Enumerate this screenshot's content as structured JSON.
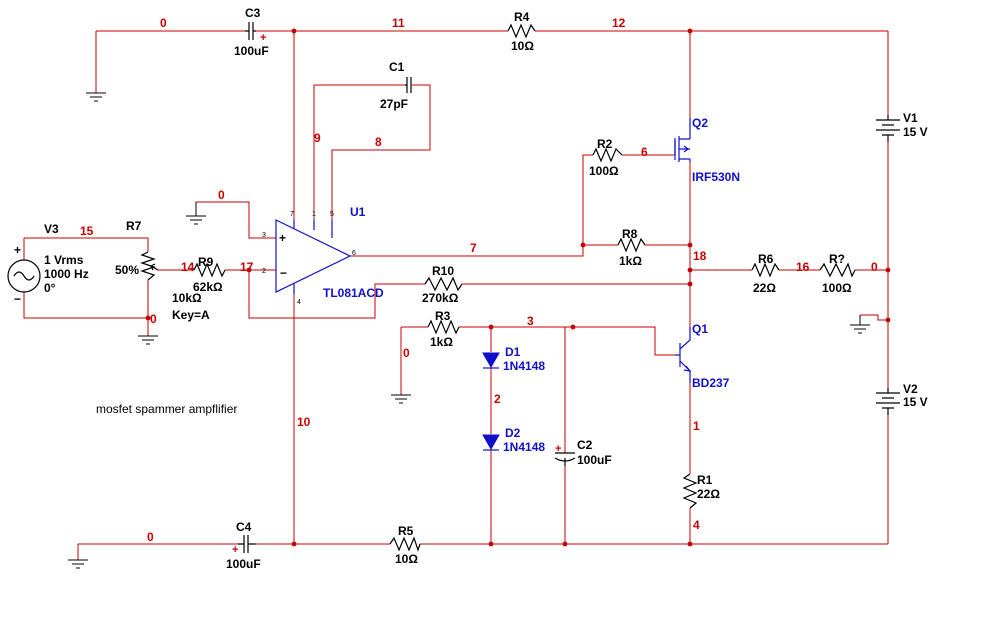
{
  "note": "mosfet spammer ampflifier",
  "nets": {
    "n0_top": "0",
    "n11": "11",
    "n12": "12",
    "n9": "9",
    "n8": "8",
    "n0_opamp": "0",
    "n6": "6",
    "n7": "7",
    "n15": "15",
    "n14": "14",
    "n17": "17",
    "n18": "18",
    "n16": "16",
    "n0_right": "0",
    "n3": "3",
    "n0_r3": "0",
    "n2": "2",
    "n10": "10",
    "n1": "1",
    "n4": "4",
    "n0_bottom": "0",
    "n0_v3": "0"
  },
  "components": {
    "C3": {
      "ref": "C3",
      "value": "100uF"
    },
    "R4": {
      "ref": "R4",
      "value": "10Ω"
    },
    "C1": {
      "ref": "C1",
      "value": "27pF"
    },
    "Q2": {
      "ref": "Q2",
      "model": "IRF530N"
    },
    "V1": {
      "ref": "V1",
      "value": "15 V"
    },
    "R2": {
      "ref": "R2",
      "value": "100Ω"
    },
    "U1": {
      "ref": "U1",
      "model": "TL081ACD"
    },
    "R8": {
      "ref": "R8",
      "value": "1kΩ"
    },
    "V3": {
      "ref": "V3",
      "amp": "1 Vrms",
      "freq": "1000 Hz",
      "phase": "0°"
    },
    "R7": {
      "ref": "R7",
      "setting": "50%",
      "value": "10kΩ",
      "key": "Key=A"
    },
    "R9": {
      "ref": "R9",
      "value": "62kΩ"
    },
    "R10": {
      "ref": "R10",
      "value": "270kΩ"
    },
    "R6": {
      "ref": "R6",
      "value": "22Ω"
    },
    "Rq": {
      "ref": "R?",
      "value": "100Ω"
    },
    "R3": {
      "ref": "R3",
      "value": "1kΩ"
    },
    "Q1": {
      "ref": "Q1",
      "model": "BD237"
    },
    "D1": {
      "ref": "D1",
      "model": "1N4148"
    },
    "D2": {
      "ref": "D2",
      "model": "1N4148"
    },
    "C2": {
      "ref": "C2",
      "value": "100uF"
    },
    "V2": {
      "ref": "V2",
      "value": "15 V"
    },
    "R1": {
      "ref": "R1",
      "value": "22Ω"
    },
    "C4": {
      "ref": "C4",
      "value": "100uF"
    },
    "R5": {
      "ref": "R5",
      "value": "10Ω"
    }
  },
  "pins": {
    "p7": "7",
    "p1": "1",
    "p5": "5",
    "p3": "3",
    "p2": "2",
    "p6": "6",
    "p4": "4"
  },
  "symbols": {
    "plus": "+",
    "minus": "−"
  }
}
